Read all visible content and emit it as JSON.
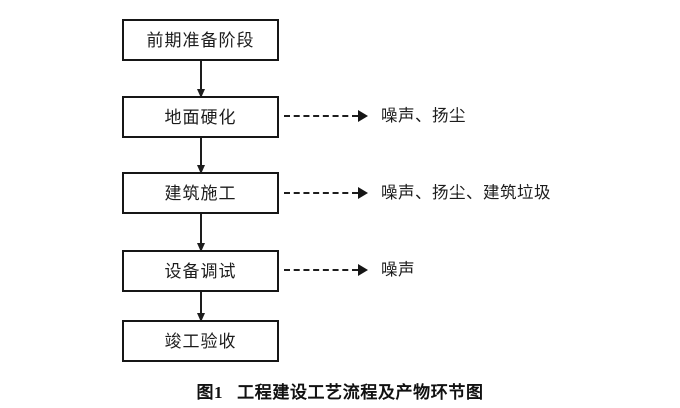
{
  "figure": {
    "caption_number": "图1",
    "caption_text": "工程建设工艺流程及产物环节图",
    "background_color": "#ffffff",
    "line_color": "#1d1d1d",
    "text_color": "#1c1c1c"
  },
  "flow": {
    "title": "工程建设工艺流程及产物环节图",
    "orientation": "top-to-bottom",
    "nodes": [
      {
        "id": "prep",
        "label": "前期准备阶段",
        "shape": "rectangle"
      },
      {
        "id": "ground",
        "label": "地面硬化",
        "shape": "rectangle"
      },
      {
        "id": "construct",
        "label": "建筑施工",
        "shape": "rectangle"
      },
      {
        "id": "commission",
        "label": "设备调试",
        "shape": "rectangle"
      },
      {
        "id": "acceptance",
        "label": "竣工验收",
        "shape": "rectangle"
      }
    ],
    "connectors": [
      {
        "from": "prep",
        "to": "ground",
        "style": "solid",
        "arrow": "down"
      },
      {
        "from": "ground",
        "to": "construct",
        "style": "solid",
        "arrow": "down"
      },
      {
        "from": "construct",
        "to": "commission",
        "style": "solid",
        "arrow": "down"
      },
      {
        "from": "commission",
        "to": "acceptance",
        "style": "solid",
        "arrow": "down"
      }
    ],
    "emissions": [
      {
        "from": "ground",
        "style": "dashed",
        "arrow": "right",
        "label": "噪声、扬尘"
      },
      {
        "from": "construct",
        "style": "dashed",
        "arrow": "right",
        "label": "噪声、扬尘、建筑垃圾"
      },
      {
        "from": "commission",
        "style": "dashed",
        "arrow": "right",
        "label": "噪声"
      }
    ]
  }
}
